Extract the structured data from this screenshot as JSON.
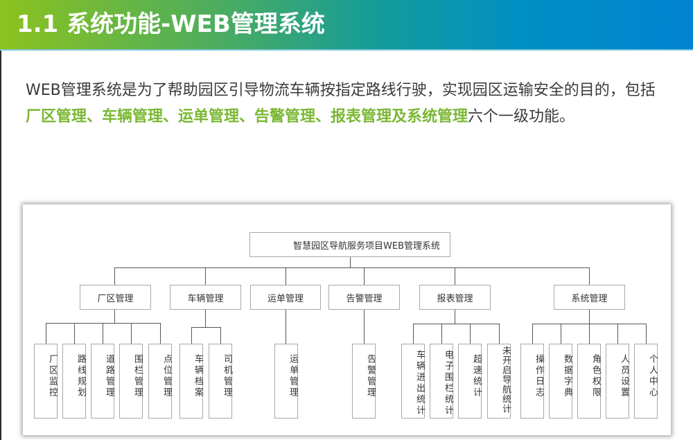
{
  "header": {
    "title": "1.1 系统功能-WEB管理系统",
    "gradient_colors": [
      "#8cc21e",
      "#0083d1"
    ]
  },
  "intro": {
    "text_before": "WEB管理系统是为了帮助园区引导物流车辆按指定路线行驶，实现园区运输安全的目的，包括",
    "highlight": "厂区管理、车辆管理、运单管理、告警管理、报表管理及系统管理",
    "text_after": "六个一级功能。",
    "highlight_color": "#7ab733"
  },
  "diagram": {
    "root": "智慧园区导航服务项目WEB管理系统",
    "modules": [
      {
        "label": "厂区管理",
        "children": [
          "厂区监控",
          "路线规划",
          "道路管理",
          "围栏管理",
          "点位管理"
        ]
      },
      {
        "label": "车辆管理",
        "children": [
          "车辆档案",
          "司机管理"
        ]
      },
      {
        "label": "运单管理",
        "children": [
          "运单管理"
        ]
      },
      {
        "label": "告警管理",
        "children": [
          "告警管理"
        ]
      },
      {
        "label": "报表管理",
        "children": [
          "车辆进出统计",
          "电子围栏统计",
          "超速统计",
          "未开启导航统计"
        ]
      },
      {
        "label": "系统管理",
        "children": [
          "操作日志",
          "数据字典",
          "角色权限",
          "人员设置",
          "个人中心"
        ]
      }
    ]
  }
}
